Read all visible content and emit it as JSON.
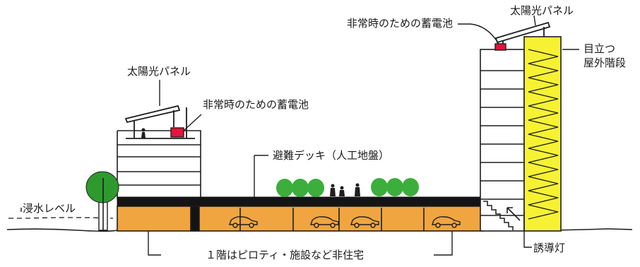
{
  "labels": {
    "solar_panel_left": "太陽光パネル",
    "battery_left": "非常時のための蓄電池",
    "solar_panel_right": "太陽光パネル",
    "battery_right": "非常時のための蓄電池",
    "stairs_line1": "目立つ",
    "stairs_line2": "屋外階段",
    "deck": "避難デッキ（人工地盤）",
    "flood_level": "浸水レベル",
    "ground_floor": "１階はピロティ・施設など非住宅",
    "guide_light": "誘導灯"
  },
  "colors": {
    "line": "#1e1e1e",
    "ground_floor_fill": "#f0a540",
    "deck_fill": "#141414",
    "battery_red": "#e8123a",
    "stair_tower_yellow": "#f6f233",
    "tree_green": "#2e9a2e",
    "shrub_green": "#3cae3c",
    "building_fill": "#ffffff"
  },
  "icons": [
    "car-icon",
    "tree-icon",
    "shrub-icon",
    "person-icon",
    "arrow-icon"
  ]
}
